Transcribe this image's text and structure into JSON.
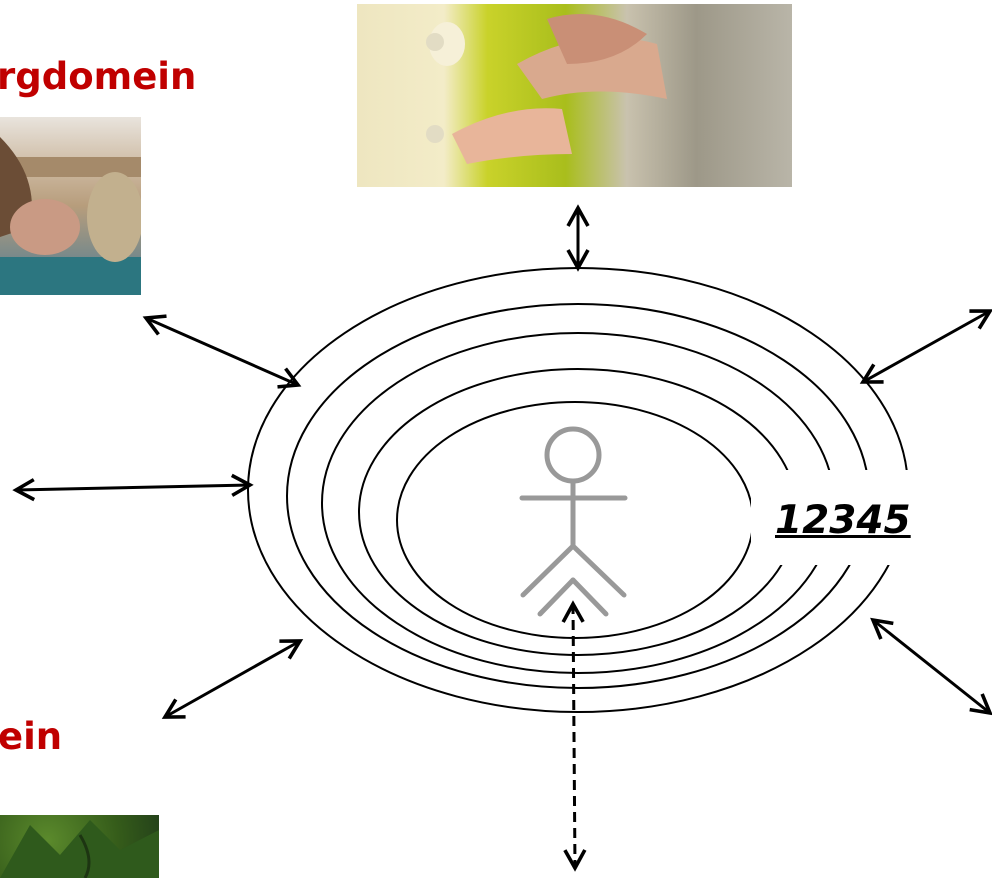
{
  "headings": {
    "top": "rgdomein",
    "bottom": "ein"
  },
  "center_label": "12345",
  "figure": {
    "icon": "stick-figure-person",
    "rings": 5,
    "arrows": [
      "top",
      "upper-left",
      "left",
      "lower-left",
      "upper-right",
      "lower-right",
      "bottom-dashed"
    ]
  },
  "photos": {
    "top": "elderly-hand-on-caregiver-arm",
    "left": "elderly-person-seated",
    "bottom": "green-foliage"
  },
  "colors": {
    "heading": "#c00000",
    "lines": "#000000"
  }
}
